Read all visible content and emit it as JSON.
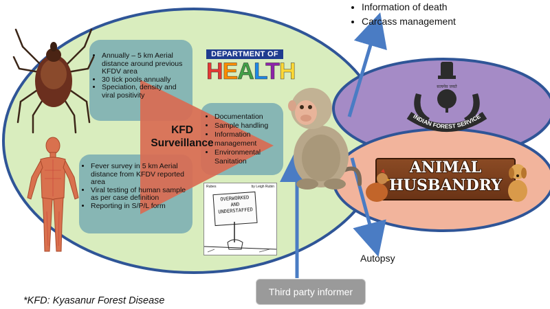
{
  "title": "KFD Surveillance",
  "tick_box": {
    "items": [
      "Annually – 5 km Aerial distance around previous KFDV area",
      "30 tick pools annually",
      "Speciation, density and viral positivity"
    ]
  },
  "human_box": {
    "items": [
      "Fever survey in 5 km Aerial distance from KFDV reported area",
      "Viral testing of human sample as per case definition",
      "Reporting in S/P/L form"
    ]
  },
  "health_box": {
    "items": [
      "Documentation",
      "Sample handling",
      "Information management",
      "Environmental Sanitation"
    ]
  },
  "department_logo": {
    "line1": "DEPARTMENT OF",
    "line2": "HEALTH",
    "letter_colors": [
      "#e53935",
      "#fb8c00",
      "#43a047",
      "#1e88e5",
      "#8e24aa",
      "#fdd835"
    ]
  },
  "forest_logo": {
    "text": "INDIAN FOREST SERVICE",
    "small": "सत्यमेव जयते"
  },
  "animal_sign": {
    "line1": "ANIMAL",
    "line2": "HUSBANDRY"
  },
  "cartoon": {
    "header": "Rubes",
    "byline": "by Leigh Rubin",
    "sign": "OVERWORKED AND UNDERSTAFFED"
  },
  "outcomes": {
    "top": [
      "Information of death",
      "Carcass management"
    ],
    "bottom": "Autopsy"
  },
  "informer_label": "Third party informer",
  "footnote": "*KFD: Kyasanur Forest Disease",
  "colors": {
    "big_ellipse": "#d9edbe",
    "ellipse_stroke": "#2f5597",
    "teal_box": "#87b6b4",
    "triangle": "#d96b52",
    "purple_ellipse": "#a58bc6",
    "salmon_ellipse": "#f2b49c",
    "arrow": "#4a7cc4",
    "informer_box": "#9a9a9a"
  }
}
